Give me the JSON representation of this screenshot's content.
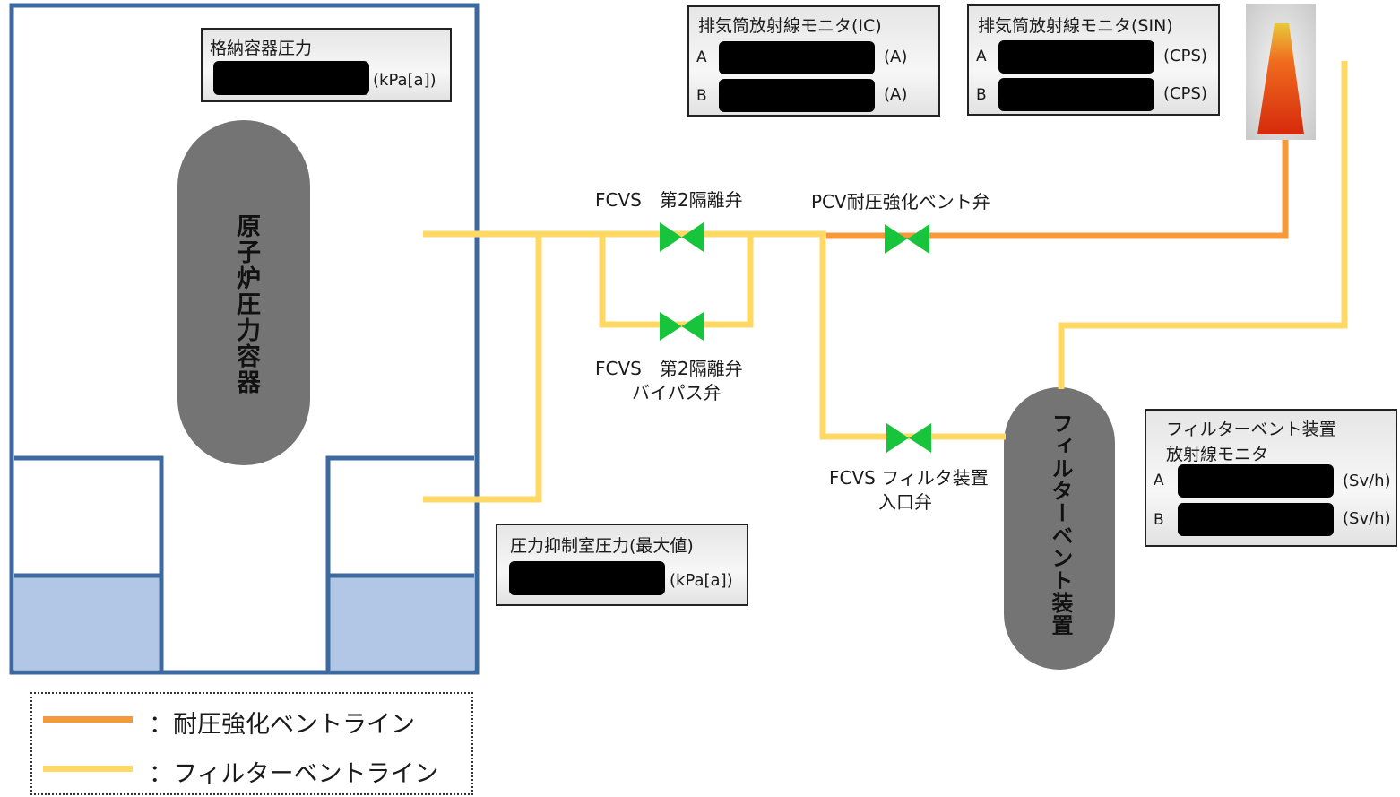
{
  "colors": {
    "building": "#3d6a9e",
    "water": "#b2c6e6",
    "vessel": "#747474",
    "filter_line": "#ffd964",
    "hardened_line": "#f59a3c",
    "valve": "#17c43b"
  },
  "containment_pressure": {
    "title": "格納容器圧力",
    "unit": "(kPa[a])"
  },
  "reactor_vessel_label": "原子炉圧力容器",
  "suppression_pressure": {
    "title": "圧力抑制室圧力(最大値)",
    "unit": "(kPa[a])"
  },
  "stack_monitor_ic": {
    "title": "排気筒放射線モニタ(IC)",
    "row_a": "A",
    "row_b": "B",
    "unit_a": "(A)",
    "unit_b": "(A)"
  },
  "stack_monitor_sin": {
    "title": "排気筒放射線モニタ(SIN)",
    "row_a": "A",
    "row_b": "B",
    "unit_a": "(CPS)",
    "unit_b": "(CPS)"
  },
  "filter_vent_monitor": {
    "title_line1": "フィルターベント装置",
    "title_line2": "放射線モニタ",
    "row_a": "A",
    "row_b": "B",
    "unit_a": "(Sv/h)",
    "unit_b": "(Sv/h)"
  },
  "valves": {
    "isolation_valve": "FCVS　第2隔離弁",
    "bypass_valve_line1": "FCVS　第2隔離弁",
    "bypass_valve_line2": "バイパス弁",
    "pcv_hardened_valve": "PCV耐圧強化ベント弁",
    "filter_inlet_line1": "FCVS フィルタ装置",
    "filter_inlet_line2": "入口弁"
  },
  "filter_vent_device_label": "フィルターベント装置",
  "legend": {
    "hardened_vent_line": "：耐圧強化ベントライン",
    "filter_vent_line": "：フィルターベントライン"
  }
}
